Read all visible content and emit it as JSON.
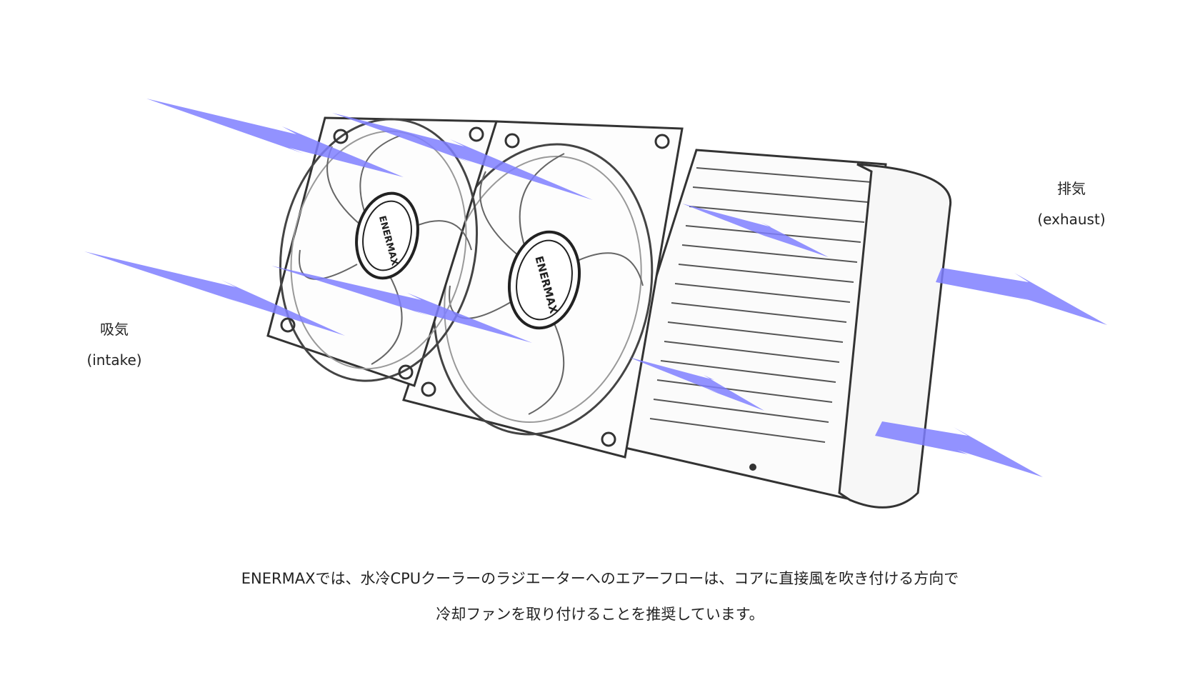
{
  "labels": {
    "intake_jp": "吸気",
    "intake_en": "(intake)",
    "exhaust_jp": "排気",
    "exhaust_en": "(exhaust)"
  },
  "fan_logo": "ENERMAX",
  "caption": {
    "line1": "ENERMAXでは、水冷CPUクーラーのラジエーターへのエアーフローは、コアに直接風を吹き付ける方向で",
    "line2": "冷却ファンを取り付けることを推奨しています。"
  },
  "colors": {
    "airflow_arrow": "#7f7fff",
    "line_art": "#333333",
    "background": "#ffffff"
  }
}
